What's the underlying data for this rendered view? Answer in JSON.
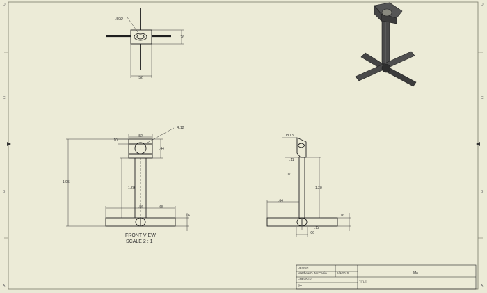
{
  "colors": {
    "paper": "#ecebd7",
    "line": "#1e1e1e",
    "dim": "#3a3a3a",
    "part3d": "#4a4a4a"
  },
  "border": {
    "zones_left": [
      "D",
      "C",
      "B",
      "A"
    ],
    "zones_right": [
      "D",
      "C",
      "B",
      "A"
    ]
  },
  "top_view": {
    "dim_bore": ".50Ø",
    "dim_height": ".26",
    "dim_width": ".52"
  },
  "front_view": {
    "dim_top_width": ".52",
    "dim_radius": "R.12",
    "dim_hole_offset": ".10",
    "dim_block_height": ".44",
    "dim_overall_height": "1.95",
    "dim_shaft_length": "1.28",
    "dim_hub": ".56",
    "dim_arm": ".65",
    "dim_blade": ".16",
    "label": "FRONT VIEW",
    "scale": "SCALE 2 : 1"
  },
  "side_view": {
    "dim_dia": "Ø.18",
    "dim_a": ".11",
    "dim_b": ".07",
    "dim_shaft": "1.28",
    "dim_arm": ".64",
    "dim_blade": ".16",
    "dim_c": ".13",
    "dim_d": ".06"
  },
  "title_block": {
    "design_label": "DESIGN",
    "designer": "Matthew D. McCarlin",
    "date": "6/9/2015",
    "checked_label": "CHECKED",
    "qa_label": "QA",
    "title_label": "TITLE",
    "title_value": "Mo"
  }
}
